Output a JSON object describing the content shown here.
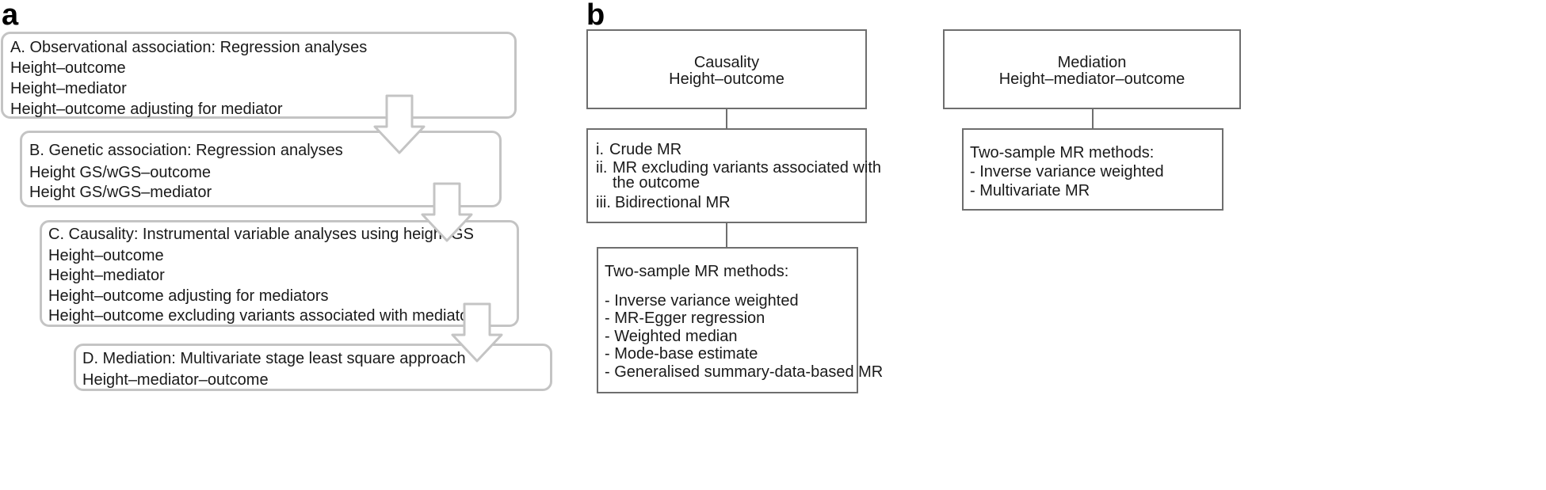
{
  "panel_a": {
    "letter": "a",
    "box_a": {
      "title": "A. Observational association: Regression analyses",
      "items": [
        "Height–outcome",
        "Height–mediator",
        "Height–outcome adjusting for mediator"
      ]
    },
    "box_b": {
      "title": "B. Genetic association: Regression analyses",
      "items": [
        "Height GS/wGS–outcome",
        "Height GS/wGS–mediator"
      ]
    },
    "box_c": {
      "title": "C. Causality: Instrumental variable analyses using height GS",
      "items": [
        "Height–outcome",
        "Height–mediator",
        "Height–outcome adjusting for mediators",
        "Height–outcome excluding variants associated with mediators"
      ]
    },
    "box_d": {
      "title": "D. Mediation: Multivariate stage least square approach",
      "items": [
        "Height–mediator–outcome"
      ]
    }
  },
  "panel_b": {
    "letter": "b",
    "causality": {
      "title": "Causality",
      "subtitle": "Height–outcome",
      "analyses": [
        {
          "num": "i.",
          "lines": [
            "Crude MR"
          ]
        },
        {
          "num": "ii.",
          "lines": [
            "MR excluding variants associated with",
            "the outcome"
          ]
        },
        {
          "num": "iii.",
          "lines": [
            "Bidirectional MR"
          ]
        }
      ],
      "methods_title": "Two-sample MR methods:",
      "methods": [
        "- Inverse variance weighted",
        "- MR-Egger regression",
        "- Weighted median",
        "- Mode-base estimate",
        "- Generalised summary-data-based MR"
      ]
    },
    "mediation": {
      "title": "Mediation",
      "subtitle": "Height–mediator–outcome",
      "methods_title": "Two-sample MR methods:",
      "methods": [
        "- Inverse variance weighted",
        "- Multivariate MR"
      ]
    }
  }
}
